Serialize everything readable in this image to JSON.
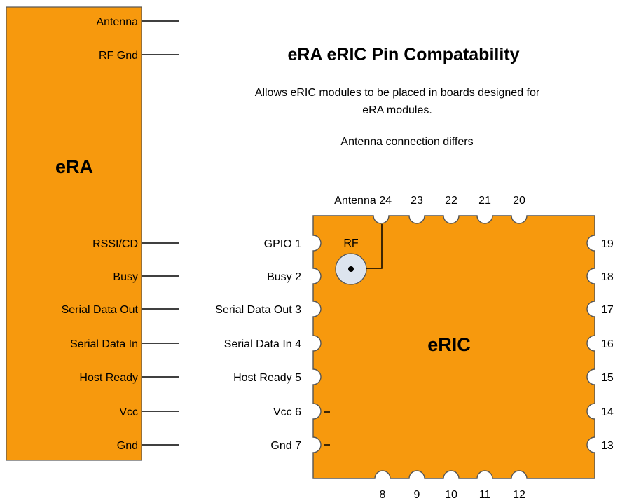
{
  "title": "eRA eRIC Pin Compatability",
  "description": [
    "Allows eRIC modules to be placed in  boards designed for",
    "eRA modules."
  ],
  "note": "Antenna connection differs",
  "colors": {
    "module_fill": "#F7990D",
    "module_stroke": "#555555",
    "wire": "#000000"
  },
  "era": {
    "name": "eRA",
    "pins": [
      {
        "id": "antenna",
        "label": "Antenna"
      },
      {
        "id": "rf-gnd",
        "label": "RF Gnd"
      },
      {
        "id": "rssi-cd",
        "label": "RSSI/CD"
      },
      {
        "id": "busy",
        "label": "Busy"
      },
      {
        "id": "serial-data-out",
        "label": "Serial Data Out"
      },
      {
        "id": "serial-data-in",
        "label": "Serial Data In"
      },
      {
        "id": "host-ready",
        "label": "Host Ready"
      },
      {
        "id": "vcc",
        "label": "Vcc"
      },
      {
        "id": "gnd",
        "label": "Gnd"
      }
    ]
  },
  "eric": {
    "name": "eRIC",
    "rf_label": "RF",
    "left_pins": [
      {
        "id": "gpio",
        "label": "GPIO 1"
      },
      {
        "id": "busy",
        "label": "Busy 2"
      },
      {
        "id": "serial-data-out",
        "label": "Serial Data Out 3"
      },
      {
        "id": "serial-data-in",
        "label": "Serial Data In 4"
      },
      {
        "id": "host-ready",
        "label": "Host Ready 5"
      },
      {
        "id": "vcc",
        "label": "Vcc 6"
      },
      {
        "id": "gnd",
        "label": "Gnd 7"
      }
    ],
    "top_pins": [
      {
        "id": "antenna-24",
        "label": "Antenna 24"
      },
      {
        "id": "23",
        "label": "23"
      },
      {
        "id": "22",
        "label": "22"
      },
      {
        "id": "21",
        "label": "21"
      },
      {
        "id": "20",
        "label": "20"
      }
    ],
    "right_pins": [
      {
        "id": "19",
        "label": "19"
      },
      {
        "id": "18",
        "label": "18"
      },
      {
        "id": "17",
        "label": "17"
      },
      {
        "id": "16",
        "label": "16"
      },
      {
        "id": "15",
        "label": "15"
      },
      {
        "id": "14",
        "label": "14"
      },
      {
        "id": "13",
        "label": "13"
      }
    ],
    "bottom_pins": [
      {
        "id": "8",
        "label": "8"
      },
      {
        "id": "9",
        "label": "9"
      },
      {
        "id": "10",
        "label": "10"
      },
      {
        "id": "11",
        "label": "11"
      },
      {
        "id": "12",
        "label": "12"
      }
    ]
  }
}
